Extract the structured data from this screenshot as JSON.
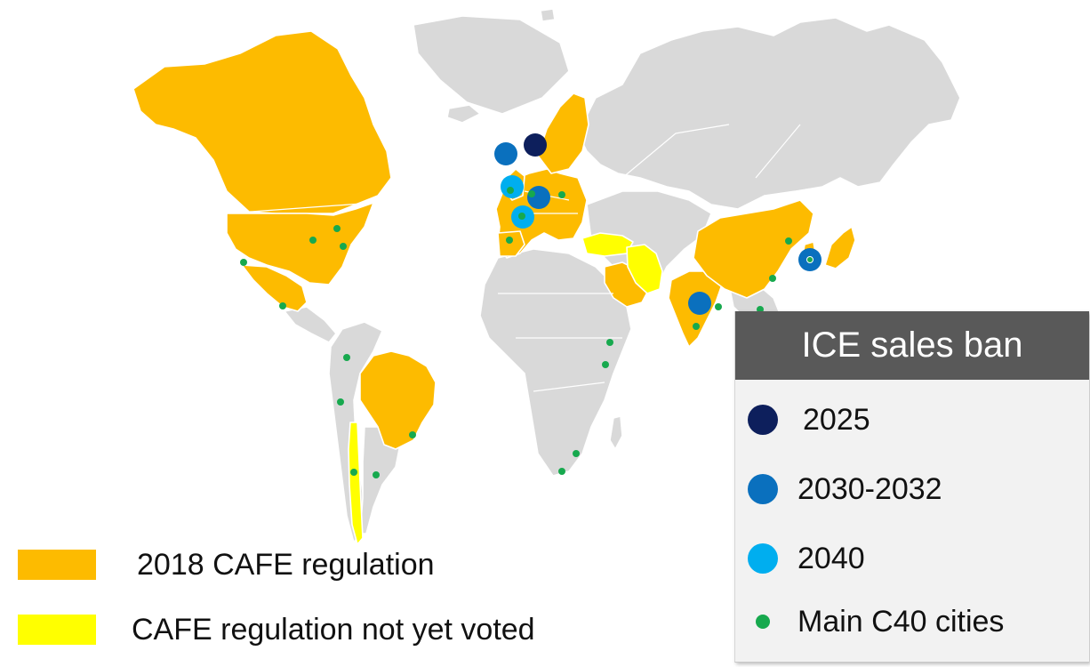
{
  "colors": {
    "cafe_2018": "#fdbb00",
    "cafe_not_voted": "#ffff00",
    "other_land": "#d9d9d9",
    "ban_2025": "#0d1f5c",
    "ban_2030_2032": "#0a70be",
    "ban_2040": "#00aeef",
    "c40_city": "#17a94e",
    "panel_header": "#595959",
    "panel_bg": "#f2f2f2"
  },
  "left_legend": {
    "cafe_2018_label": "2018 CAFE regulation",
    "cafe_not_voted_label": "CAFE regulation not yet voted"
  },
  "ice_legend": {
    "title": "ICE sales ban",
    "items": [
      {
        "label": "2025",
        "color": "#0d1f5c"
      },
      {
        "label": "2030-2032",
        "color": "#0a70be"
      },
      {
        "label": "2040",
        "color": "#00aeef"
      },
      {
        "label": "Main C40 cities",
        "color": "#17a94e"
      }
    ]
  },
  "map_layers": {
    "regulated_regions": [
      "North America",
      "Brazil",
      "European Union",
      "Saudi Arabia",
      "India",
      "China",
      "South Korea",
      "Japan"
    ],
    "pending_regions": [
      "Turkey",
      "Iran",
      "Chile"
    ],
    "ice_ban_markers": [
      {
        "region": "Norway",
        "category": "2025"
      },
      {
        "region": "Ireland",
        "category": "2030-2032"
      },
      {
        "region": "Netherlands",
        "category": "2030-2032"
      },
      {
        "region": "India",
        "category": "2030-2032"
      },
      {
        "region": "South Korea",
        "category": "2030-2032"
      },
      {
        "region": "United Kingdom",
        "category": "2040"
      },
      {
        "region": "France",
        "category": "2040"
      }
    ]
  }
}
